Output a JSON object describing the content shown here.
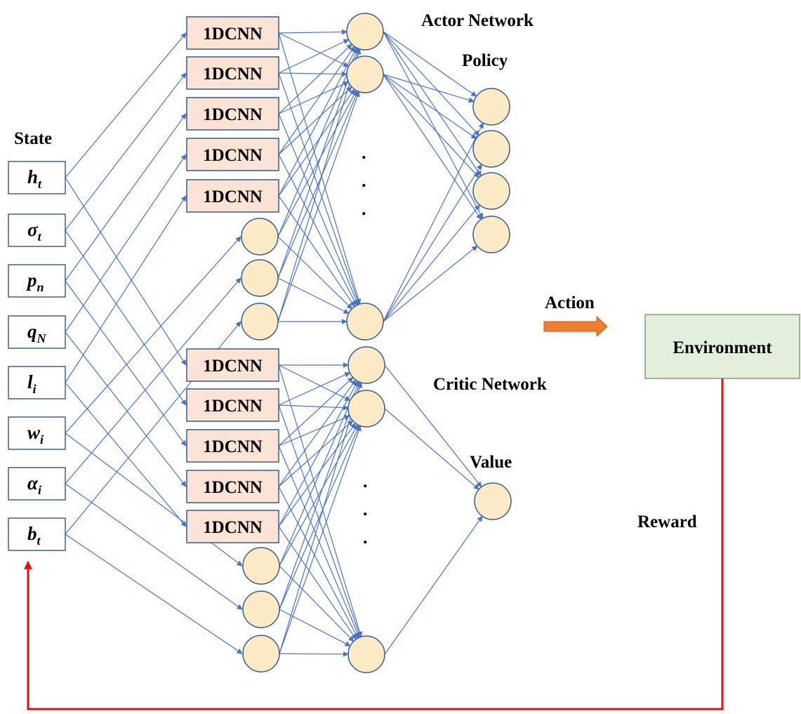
{
  "labels": {
    "state": "State",
    "actor": "Actor Network",
    "policy": "Policy",
    "critic": "Critic Network",
    "value": "Value",
    "action": "Action",
    "environment": "Environment",
    "reward": "Reward"
  },
  "states": [
    {
      "main": "h",
      "sub": "t"
    },
    {
      "main": "σ",
      "sub": "t"
    },
    {
      "main": "p",
      "sub": "n"
    },
    {
      "main": "q",
      "sub": "N"
    },
    {
      "main": "l",
      "sub": "i"
    },
    {
      "main": "w",
      "sub": "i"
    },
    {
      "main": "α",
      "sub": "i"
    },
    {
      "main": "b",
      "sub": "t"
    }
  ],
  "cnn_label": "1DCNN",
  "dot": ".",
  "colors": {
    "node_fill": "#fdebc8",
    "node_stroke": "#3b5b86",
    "cnn_fill": "#fbe3d6",
    "state_stroke": "#41608c",
    "env_fill": "#e2efda",
    "env_stroke": "#8a9a80",
    "connection": "#4a72c4",
    "action_arrow": "#ed7d31",
    "reward_line": "#e01010"
  }
}
